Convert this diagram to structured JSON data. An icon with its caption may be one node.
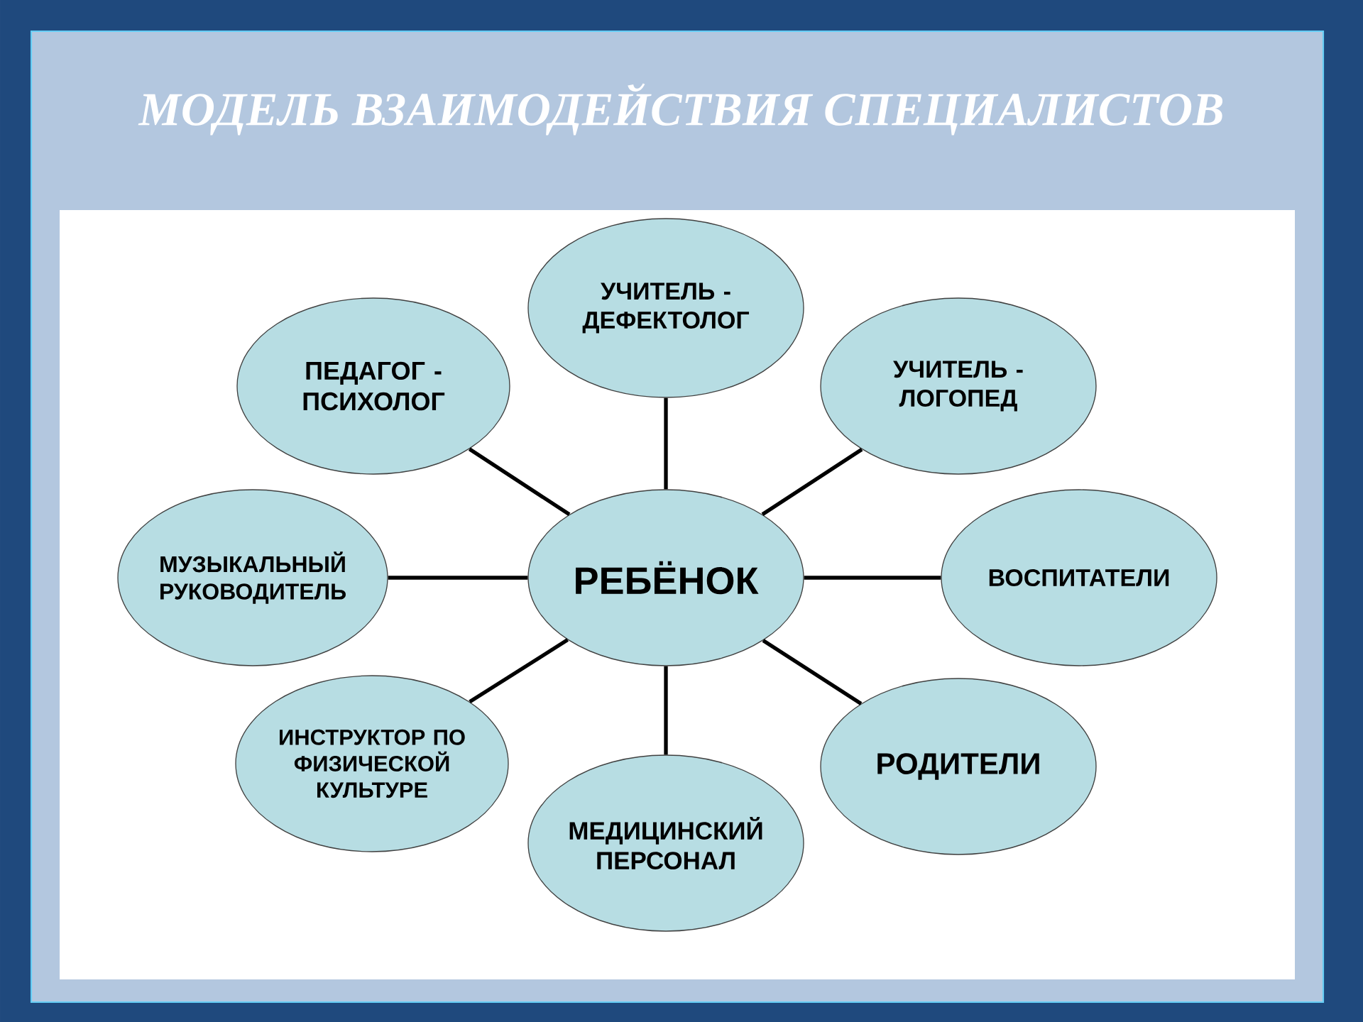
{
  "diagram": {
    "title": "МОДЕЛЬ ВЗАИМОДЕЙСТВИЯ СПЕЦИАЛИСТОВ",
    "nodes": [
      {
        "text": [
          "УЧИТЕЛЬ - ДЕФЕКТОЛОГ"
        ]
      },
      {
        "text": [
          "ПЕДАГОГ - ПСИХОЛОГ"
        ]
      },
      {
        "text": [
          "УЧИТЕЛЬ - ЛОГОПЕД"
        ]
      },
      {
        "text": [
          "МУЗЫКАЛЬНЫЙ РУКОВОДИТЕЛЬ"
        ]
      },
      {
        "text": [
          "РЕБЁНОК"
        ]
      },
      {
        "text": [
          "ВОСПИТАТЕЛИ"
        ]
      },
      {
        "text": [
          "ИНСТРУКТОР ПО ФИЗИЧЕСКОЙ КУЛЬТУРЕ"
        ]
      },
      {
        "text": [
          "РОДИТЕЛИ"
        ]
      },
      {
        "text": [
          "МЕДИЦИНСКИЙ ПЕРСОНАЛ"
        ]
      }
    ],
    "edges": [
      {
        "from": 4,
        "to": 0,
        "arrow": "none"
      },
      {
        "from": 4,
        "to": 1,
        "arrow": "none"
      },
      {
        "from": 4,
        "to": 2,
        "arrow": "none"
      },
      {
        "from": 4,
        "to": 3,
        "arrow": "none"
      },
      {
        "from": 4,
        "to": 5,
        "arrow": "none"
      },
      {
        "from": 4,
        "to": 6,
        "arrow": "none"
      },
      {
        "from": 4,
        "to": 7,
        "arrow": "none"
      },
      {
        "from": 4,
        "to": 8,
        "arrow": "none"
      }
    ]
  }
}
